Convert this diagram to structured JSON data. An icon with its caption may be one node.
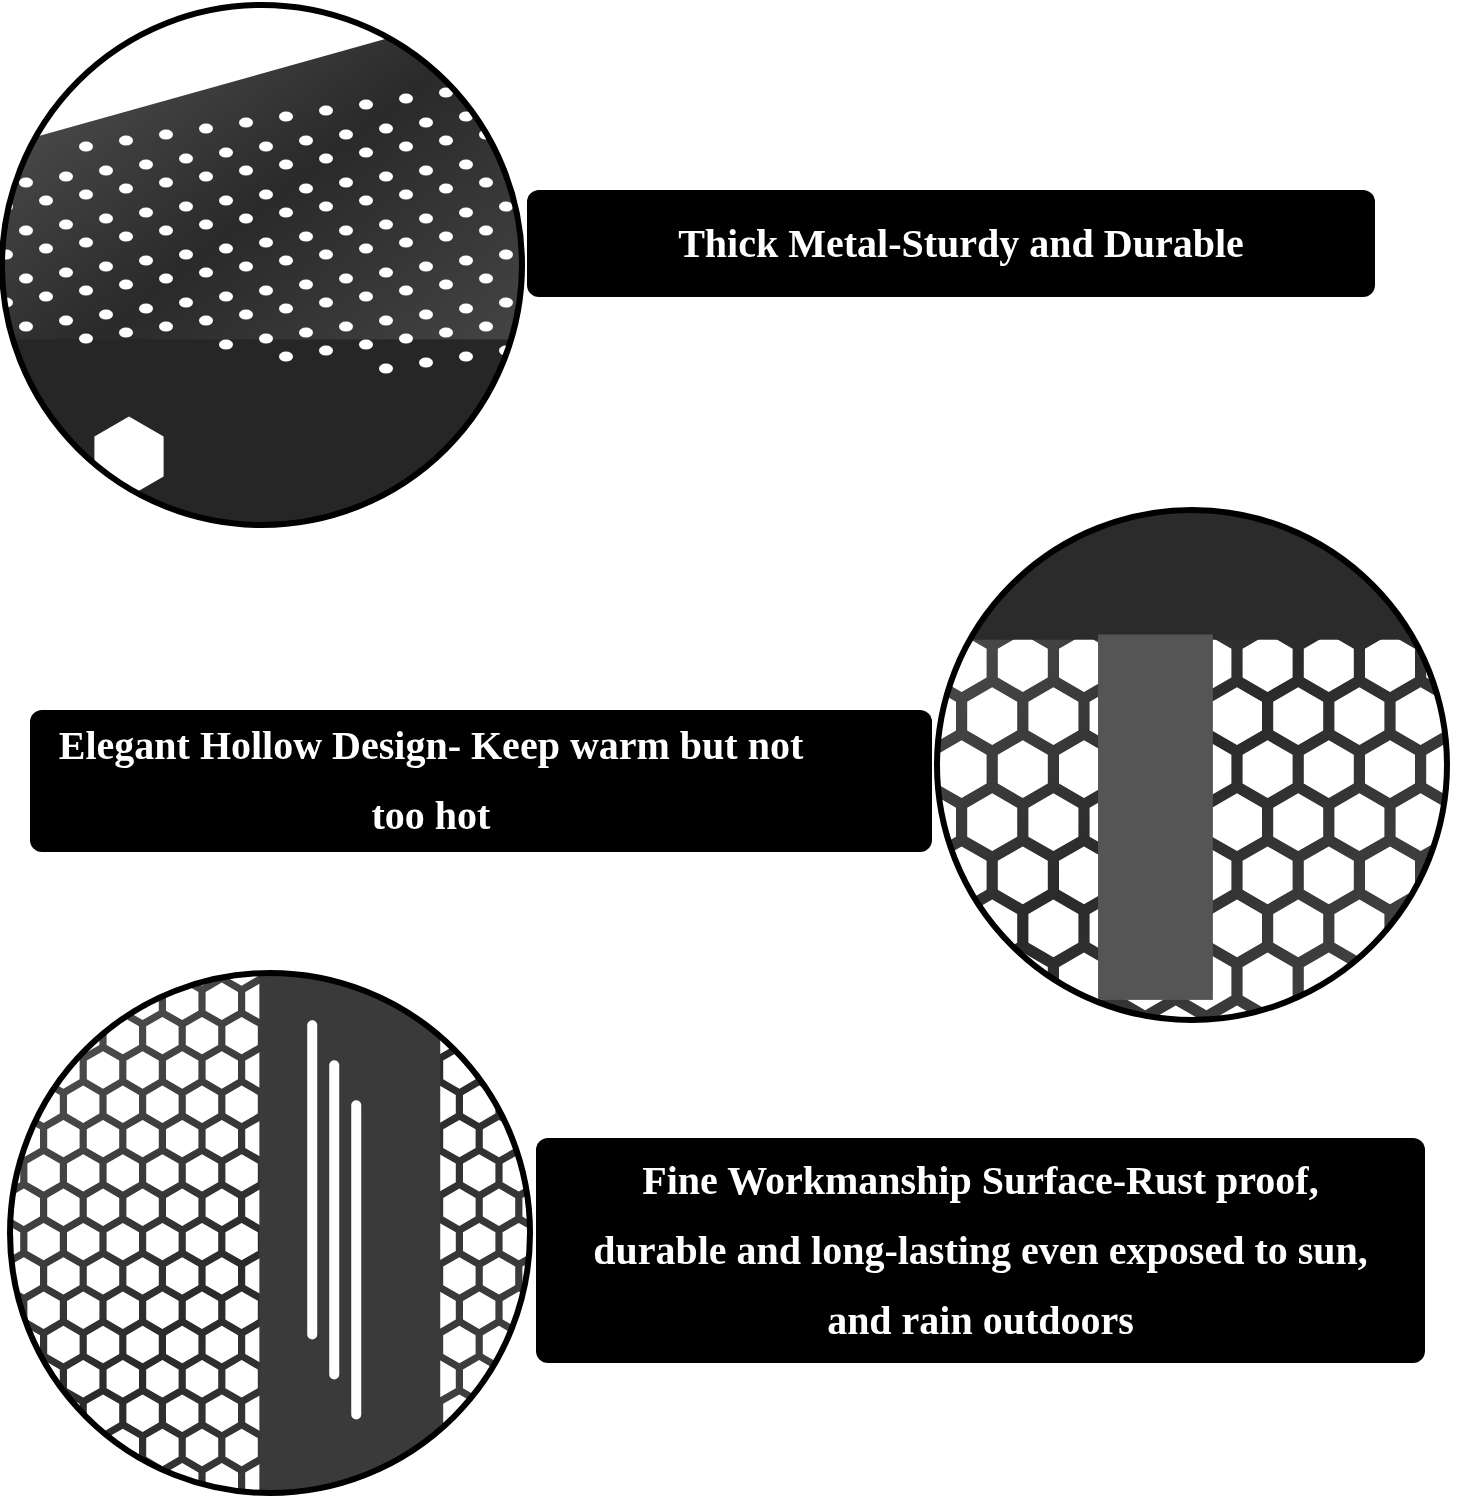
{
  "diagram": {
    "nodes": [
      {
        "text": [
          "Thick Metal-Sturdy and Durable"
        ]
      },
      {
        "text": [
          "Elegant Hollow Design- Keep warm but not too hot"
        ]
      },
      {
        "text": [
          "Fine Workmanship Surface-Rust proof, durable and long-lasting even exposed to sun, and rain outdoors"
        ]
      }
    ],
    "edges": []
  }
}
